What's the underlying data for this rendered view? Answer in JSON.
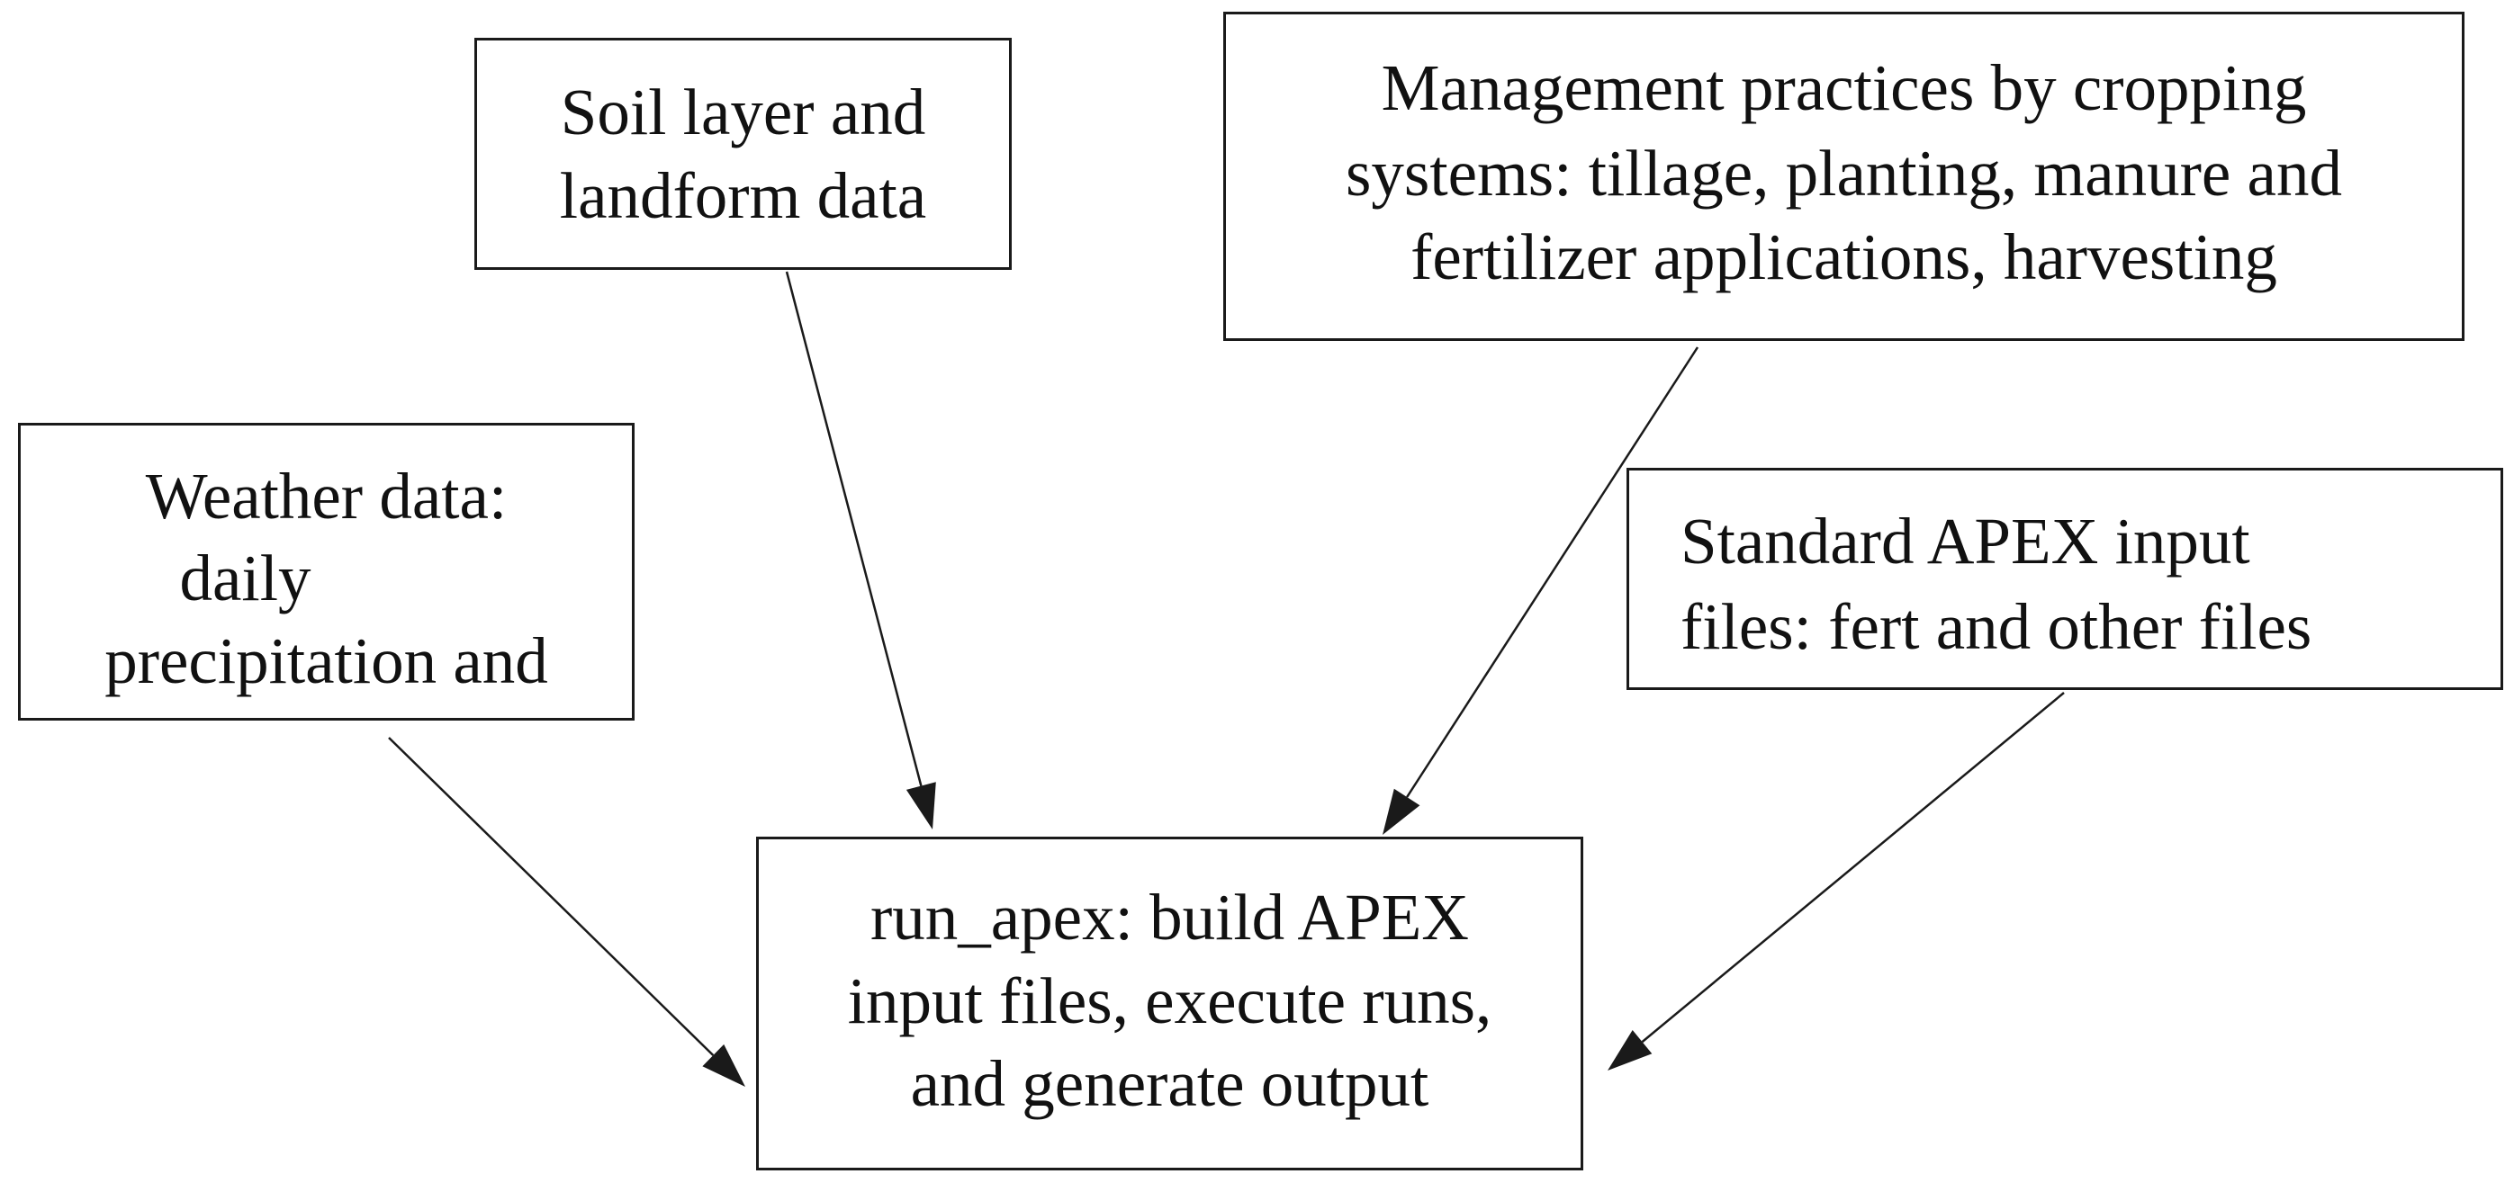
{
  "nodes": {
    "soil": {
      "lines": [
        "Soil layer and",
        "landform data"
      ]
    },
    "management": {
      "lines": [
        "Management practices by cropping",
        "systems: tillage, planting, manure and",
        "fertilizer applications, harvesting"
      ]
    },
    "weather": {
      "lines": [
        "Weather data:",
        "daily",
        "precipitation and"
      ]
    },
    "standard": {
      "lines": [
        "Standard APEX input",
        "files: fert and other files"
      ]
    },
    "run_apex": {
      "lines": [
        "run_apex: build APEX",
        "input files, execute runs,",
        "and generate output"
      ]
    }
  },
  "edges": [
    {
      "from": "soil",
      "to": "run_apex"
    },
    {
      "from": "management",
      "to": "run_apex"
    },
    {
      "from": "weather",
      "to": "run_apex"
    },
    {
      "from": "standard",
      "to": "run_apex"
    }
  ],
  "colors": {
    "stroke": "#1a1a1a",
    "text": "#111111",
    "background": "#ffffff"
  }
}
